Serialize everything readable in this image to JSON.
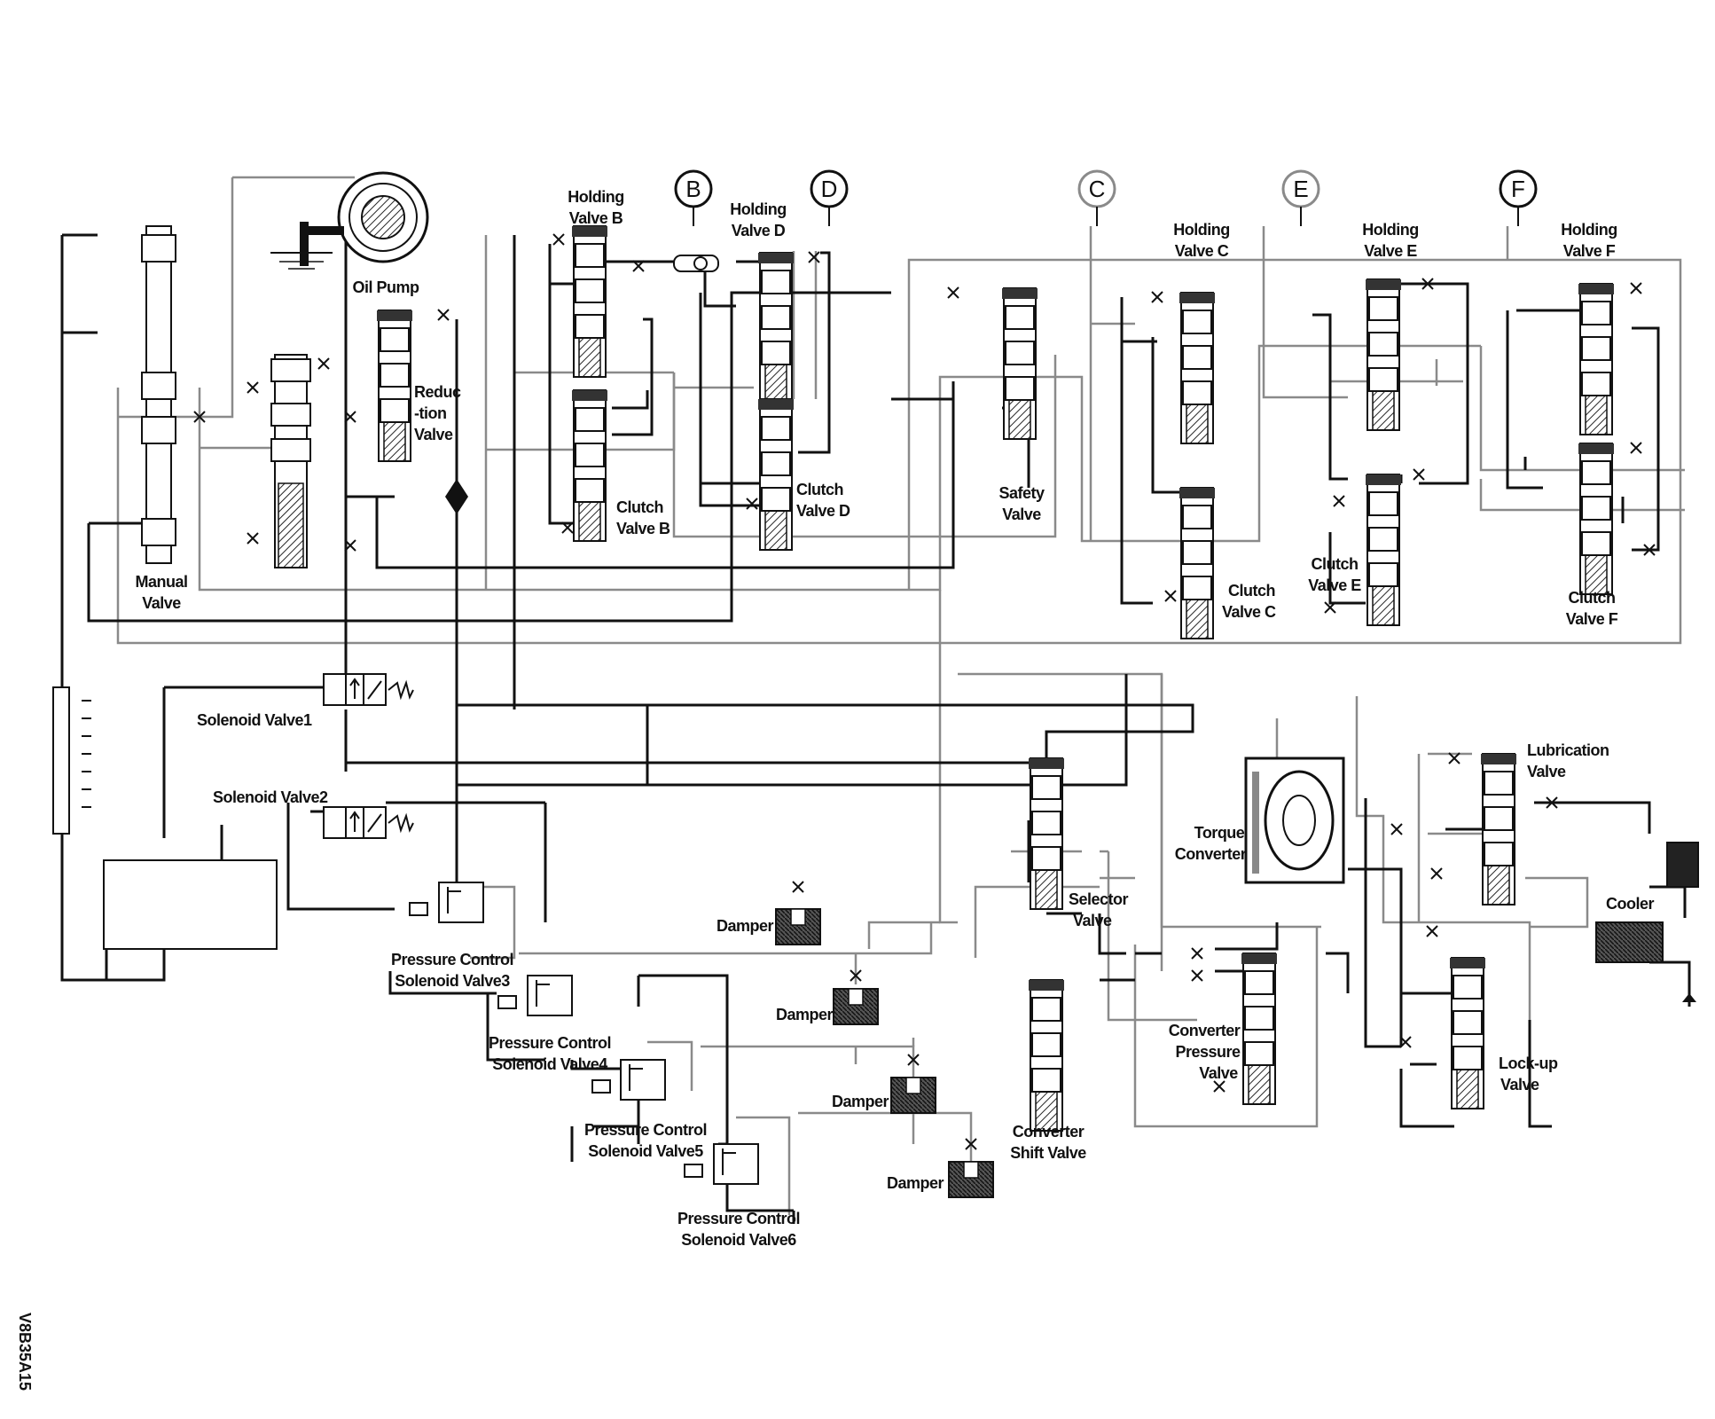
{
  "labels": {
    "oil_pump": "Oil Pump",
    "manual_valve": [
      "Manual",
      "Valve"
    ],
    "reduction_valve": [
      "Reduc",
      "-tion",
      "Valve"
    ],
    "holding_valve_b": [
      "Holding",
      "Valve B"
    ],
    "holding_valve_d": [
      "Holding",
      "Valve D"
    ],
    "holding_valve_c": [
      "Holding",
      "Valve C"
    ],
    "holding_valve_e": [
      "Holding",
      "Valve E"
    ],
    "holding_valve_f": [
      "Holding",
      "Valve F"
    ],
    "clutch_valve_b": [
      "Clutch",
      "Valve B"
    ],
    "clutch_valve_d": [
      "Clutch",
      "Valve D"
    ],
    "clutch_valve_c": [
      "Clutch",
      "Valve C"
    ],
    "clutch_valve_e": [
      "Clutch",
      "Valve E"
    ],
    "clutch_valve_f": [
      "Clutch",
      "Valve F"
    ],
    "safety_valve": [
      "Safety",
      "Valve"
    ],
    "solenoid_valve1": "Solenoid Valve1",
    "solenoid_valve2": "Solenoid Valve2",
    "pcsv3": [
      "Pressure Control",
      "Solenoid Valve3"
    ],
    "pcsv4": [
      "Pressure Control",
      "Solenoid Valve4"
    ],
    "pcsv5": [
      "Pressure Control",
      "Solenoid Valve5"
    ],
    "pcsv6": [
      "Pressure Control",
      "Solenoid Valve6"
    ],
    "damper": "Damper",
    "selector_valve": [
      "Selector",
      "Valve"
    ],
    "converter_shift_valve": [
      "Converter",
      "Shift Valve"
    ],
    "converter_pressure_valve": [
      "Converter",
      "Pressure",
      "Valve"
    ],
    "torque_converter": [
      "Torque",
      "Converter"
    ],
    "lubrication_valve": [
      "Lubrication",
      "Valve"
    ],
    "lockup_valve": [
      "Lock-up",
      "Valve"
    ],
    "cooler": "Cooler",
    "circle_b": "B",
    "circle_d": "D",
    "circle_c": "C",
    "circle_e": "E",
    "circle_f": "F",
    "figure_code": "V8B35A15"
  },
  "colors": {
    "line": "#111111",
    "grey_line": "#8a8a8a",
    "hatch": "#222222",
    "background": "#ffffff"
  }
}
